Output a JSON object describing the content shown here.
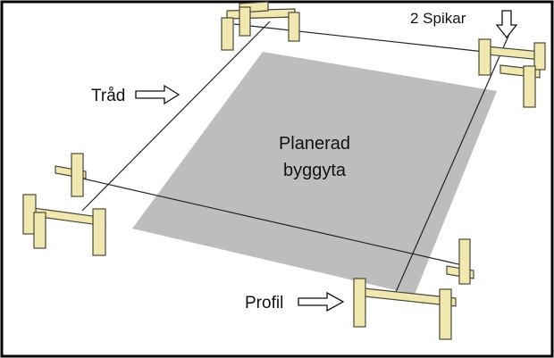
{
  "labels": {
    "area_line1": "Planerad",
    "area_line2": "byggyta",
    "thread": "Tråd",
    "nails": "2 Spikar",
    "profile": "Profil"
  },
  "colors": {
    "frame": "#000000",
    "area": "#bdbdbd",
    "wood_fill": "#f0e8b0",
    "wood_stroke": "#4a4a38",
    "thread": "#222222"
  },
  "icons": {
    "thread_pointer": "arrow-right-icon",
    "nails_pointer": "arrow-down-icon",
    "profile_pointer": "arrow-right-icon"
  }
}
